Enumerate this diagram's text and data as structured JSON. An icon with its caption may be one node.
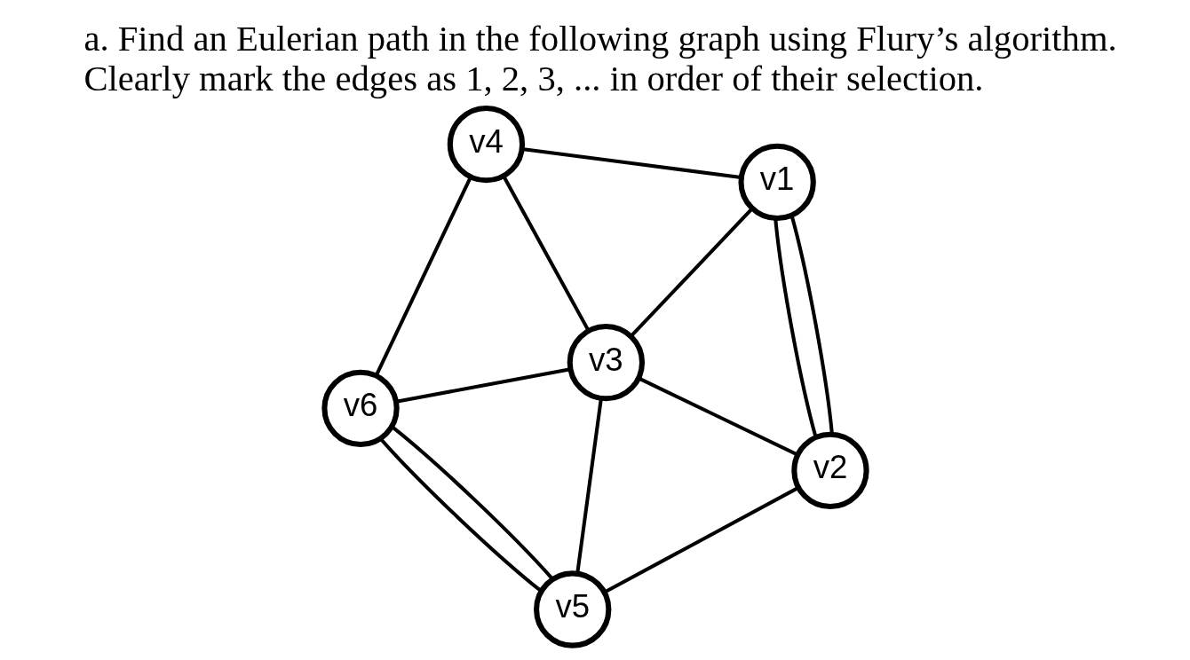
{
  "diagram": {
    "title": "a. Find an Eulerian path in the following graph using Flury’s algorithm. Clearly mark the edges as 1, 2, 3, ... in order of their selection.",
    "nodes": [
      {
        "text": [
          "v1"
        ]
      },
      {
        "text": [
          "v2"
        ]
      },
      {
        "text": [
          "v3"
        ]
      },
      {
        "text": [
          "v4"
        ]
      },
      {
        "text": [
          "v5"
        ]
      },
      {
        "text": [
          "v6"
        ]
      }
    ],
    "edges": [
      {
        "from": 0,
        "to": 1,
        "arrow": "none"
      },
      {
        "from": 0,
        "to": 1,
        "arrow": "none"
      },
      {
        "from": 0,
        "to": 2,
        "arrow": "none"
      },
      {
        "from": 0,
        "to": 3,
        "arrow": "none"
      },
      {
        "from": 1,
        "to": 2,
        "arrow": "none"
      },
      {
        "from": 2,
        "to": 3,
        "arrow": "none"
      },
      {
        "from": 1,
        "to": 4,
        "arrow": "none"
      },
      {
        "from": 2,
        "to": 4,
        "arrow": "none"
      },
      {
        "from": 2,
        "to": 5,
        "arrow": "none"
      },
      {
        "from": 3,
        "to": 5,
        "arrow": "none"
      },
      {
        "from": 4,
        "to": 5,
        "arrow": "none"
      },
      {
        "from": 4,
        "to": 5,
        "arrow": "none"
      }
    ]
  }
}
